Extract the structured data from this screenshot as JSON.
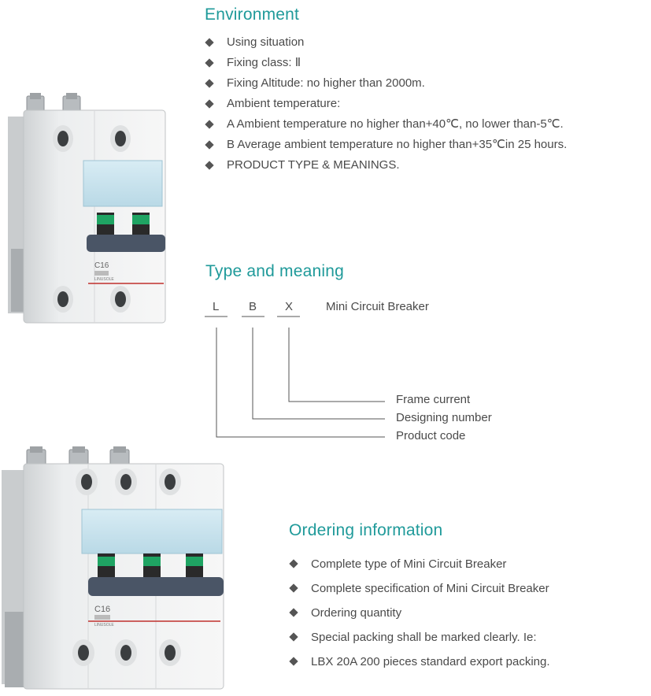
{
  "environment": {
    "title": "Environment",
    "items": [
      "Using situation",
      "Fixing class: Ⅱ",
      "Fixing Altitude: no higher than 2000m.",
      "Ambient temperature:",
      "A Ambient temperature no higher than+40℃, no lower than-5℃.",
      "B Average ambient temperature no higher than+35℃in 25 hours.",
      "PRODUCT TYPE & MEANINGS."
    ]
  },
  "type_meaning": {
    "title": "Type and meaning",
    "letters": [
      "L",
      "B",
      "X"
    ],
    "product_name": "Mini Circuit Breaker",
    "labels": {
      "frame_current": "Frame current",
      "designing_number": "Designing number",
      "product_code": "Product code"
    }
  },
  "ordering": {
    "title": "Ordering information",
    "items": [
      "Complete type of Mini Circuit Breaker",
      "Complete specification of Mini Circuit Breaker",
      "Ordering quantity",
      "Special packing shall be marked clearly. Ie:",
      "LBX 20A 200 pieces standard export packing."
    ]
  },
  "product_images": {
    "two_pole": {
      "label": "C16",
      "brand": "LINUSOLE"
    },
    "three_pole": {
      "label": "C16",
      "brand": "LINUSOLE"
    }
  },
  "colors": {
    "heading": "#1f9a9a",
    "body_text": "#4a4a4a",
    "toggle_green": "#1fa463",
    "handle_bar": "#4a5566"
  }
}
